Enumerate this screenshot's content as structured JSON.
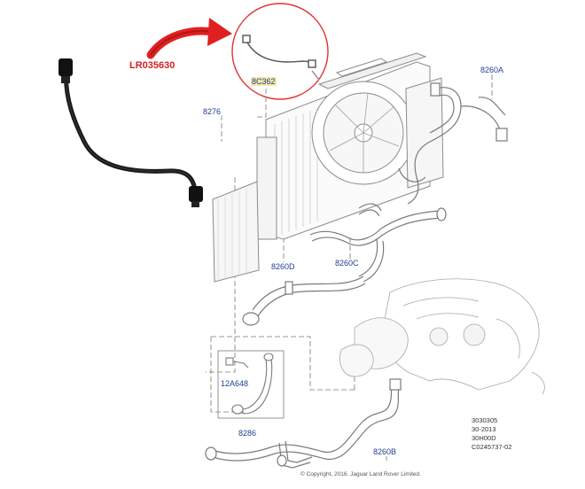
{
  "part_number": "LR035630",
  "callouts": {
    "c8276": "8276",
    "c8C362": "8C362",
    "c8260A": "8260A",
    "c8260C": "8260C",
    "c8260D": "8260D",
    "c12A648": "12A648",
    "c8286": "8286",
    "c8260B": "8260B"
  },
  "diagram_codes": [
    "3030305",
    "30-2013",
    "30H00D",
    "C0245737-02"
  ],
  "copyright": "© Copyright, 2016. Jaguar Land Rover Limited.",
  "colors": {
    "highlight_circle": "#e53030",
    "arrow": "#e02020",
    "callout_text": "#1f3f95",
    "line_art": "#7a7a7a",
    "hose_photo": "#111111"
  }
}
